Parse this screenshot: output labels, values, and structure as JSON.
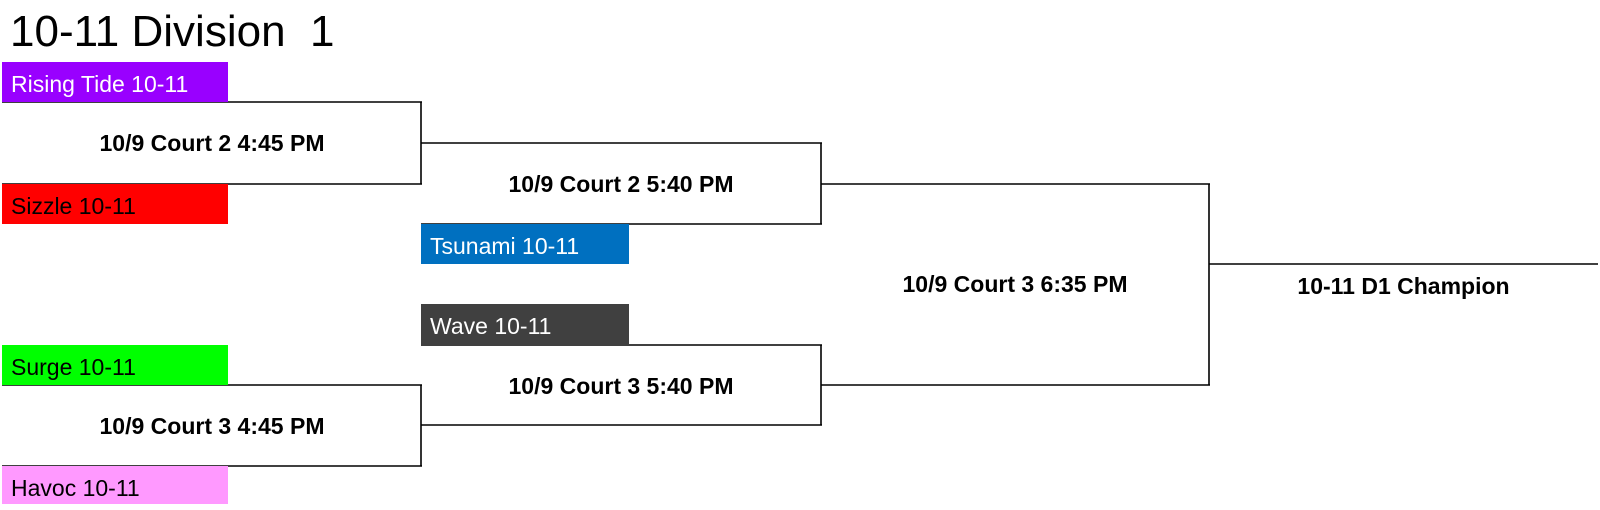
{
  "title": "10-11 Division  1",
  "teams": [
    {
      "name": "Rising Tide 10-11",
      "color": "#9900ff",
      "text_color": "#ffffff"
    },
    {
      "name": "Sizzle 10-11",
      "color": "#ff0000",
      "text_color": "#000000"
    },
    {
      "name": "Tsunami 10-11",
      "color": "#0070c0",
      "text_color": "#ffffff"
    },
    {
      "name": "Wave 10-11",
      "color": "#404040",
      "text_color": "#ffffff"
    },
    {
      "name": "Surge 10-11",
      "color": "#00ff00",
      "text_color": "#000000"
    },
    {
      "name": "Havoc 10-11",
      "color": "#ff99ff",
      "text_color": "#000000"
    }
  ],
  "games": [
    "10/9 Court 2 4:45 PM",
    "10/9 Court 2 5:40 PM",
    "10/9 Court 3 4:45 PM",
    "10/9 Court 3 5:40 PM",
    "10/9 Court 3 6:35 PM"
  ],
  "champion": "10-11 D1 Champion"
}
